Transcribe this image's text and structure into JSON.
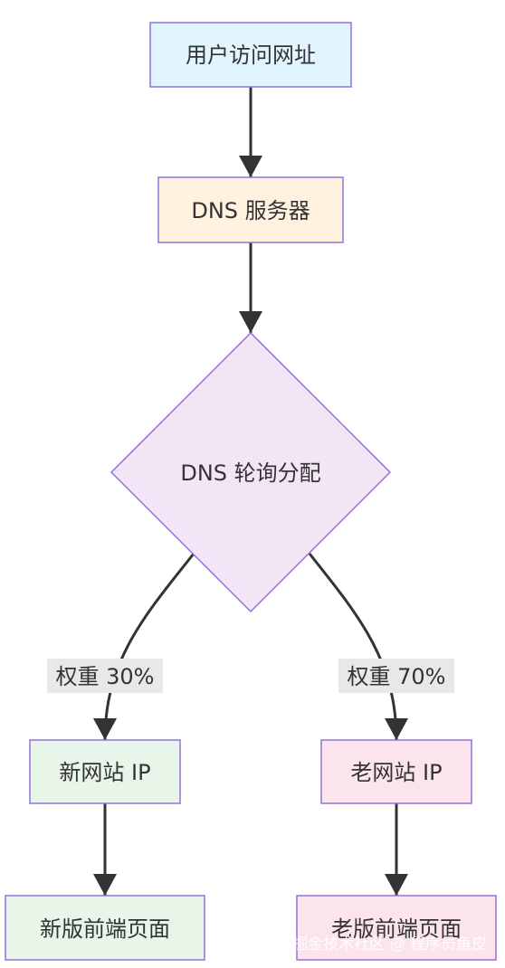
{
  "nodes": {
    "user_visit": {
      "label": "用户访问网址",
      "fill": "#e1f5fe",
      "stroke": "#9370db"
    },
    "dns_server": {
      "label": "DNS 服务器",
      "fill": "#fff3e0",
      "stroke": "#9370db"
    },
    "dns_round_robin": {
      "label": "DNS 轮询分配",
      "fill": "#f3e5f5",
      "stroke": "#9370db"
    },
    "new_site_ip": {
      "label": "新网站 IP",
      "fill": "#e8f5e9",
      "stroke": "#9370db"
    },
    "old_site_ip": {
      "label": "老网站 IP",
      "fill": "#fce4ec",
      "stroke": "#9370db"
    },
    "new_frontend": {
      "label": "新版前端页面",
      "fill": "#e8f5e9",
      "stroke": "#9370db"
    },
    "old_frontend": {
      "label": "老版前端页面",
      "fill": "#fce4ec",
      "stroke": "#9370db"
    }
  },
  "edges": {
    "weight_new": {
      "label": "权重 30%"
    },
    "weight_old": {
      "label": "权重 70%"
    }
  },
  "colors": {
    "edge": "#333333",
    "edge_label_bg": "#e8e8e8"
  },
  "watermark": "掘金技术社区 @ 程序员鱼皮"
}
